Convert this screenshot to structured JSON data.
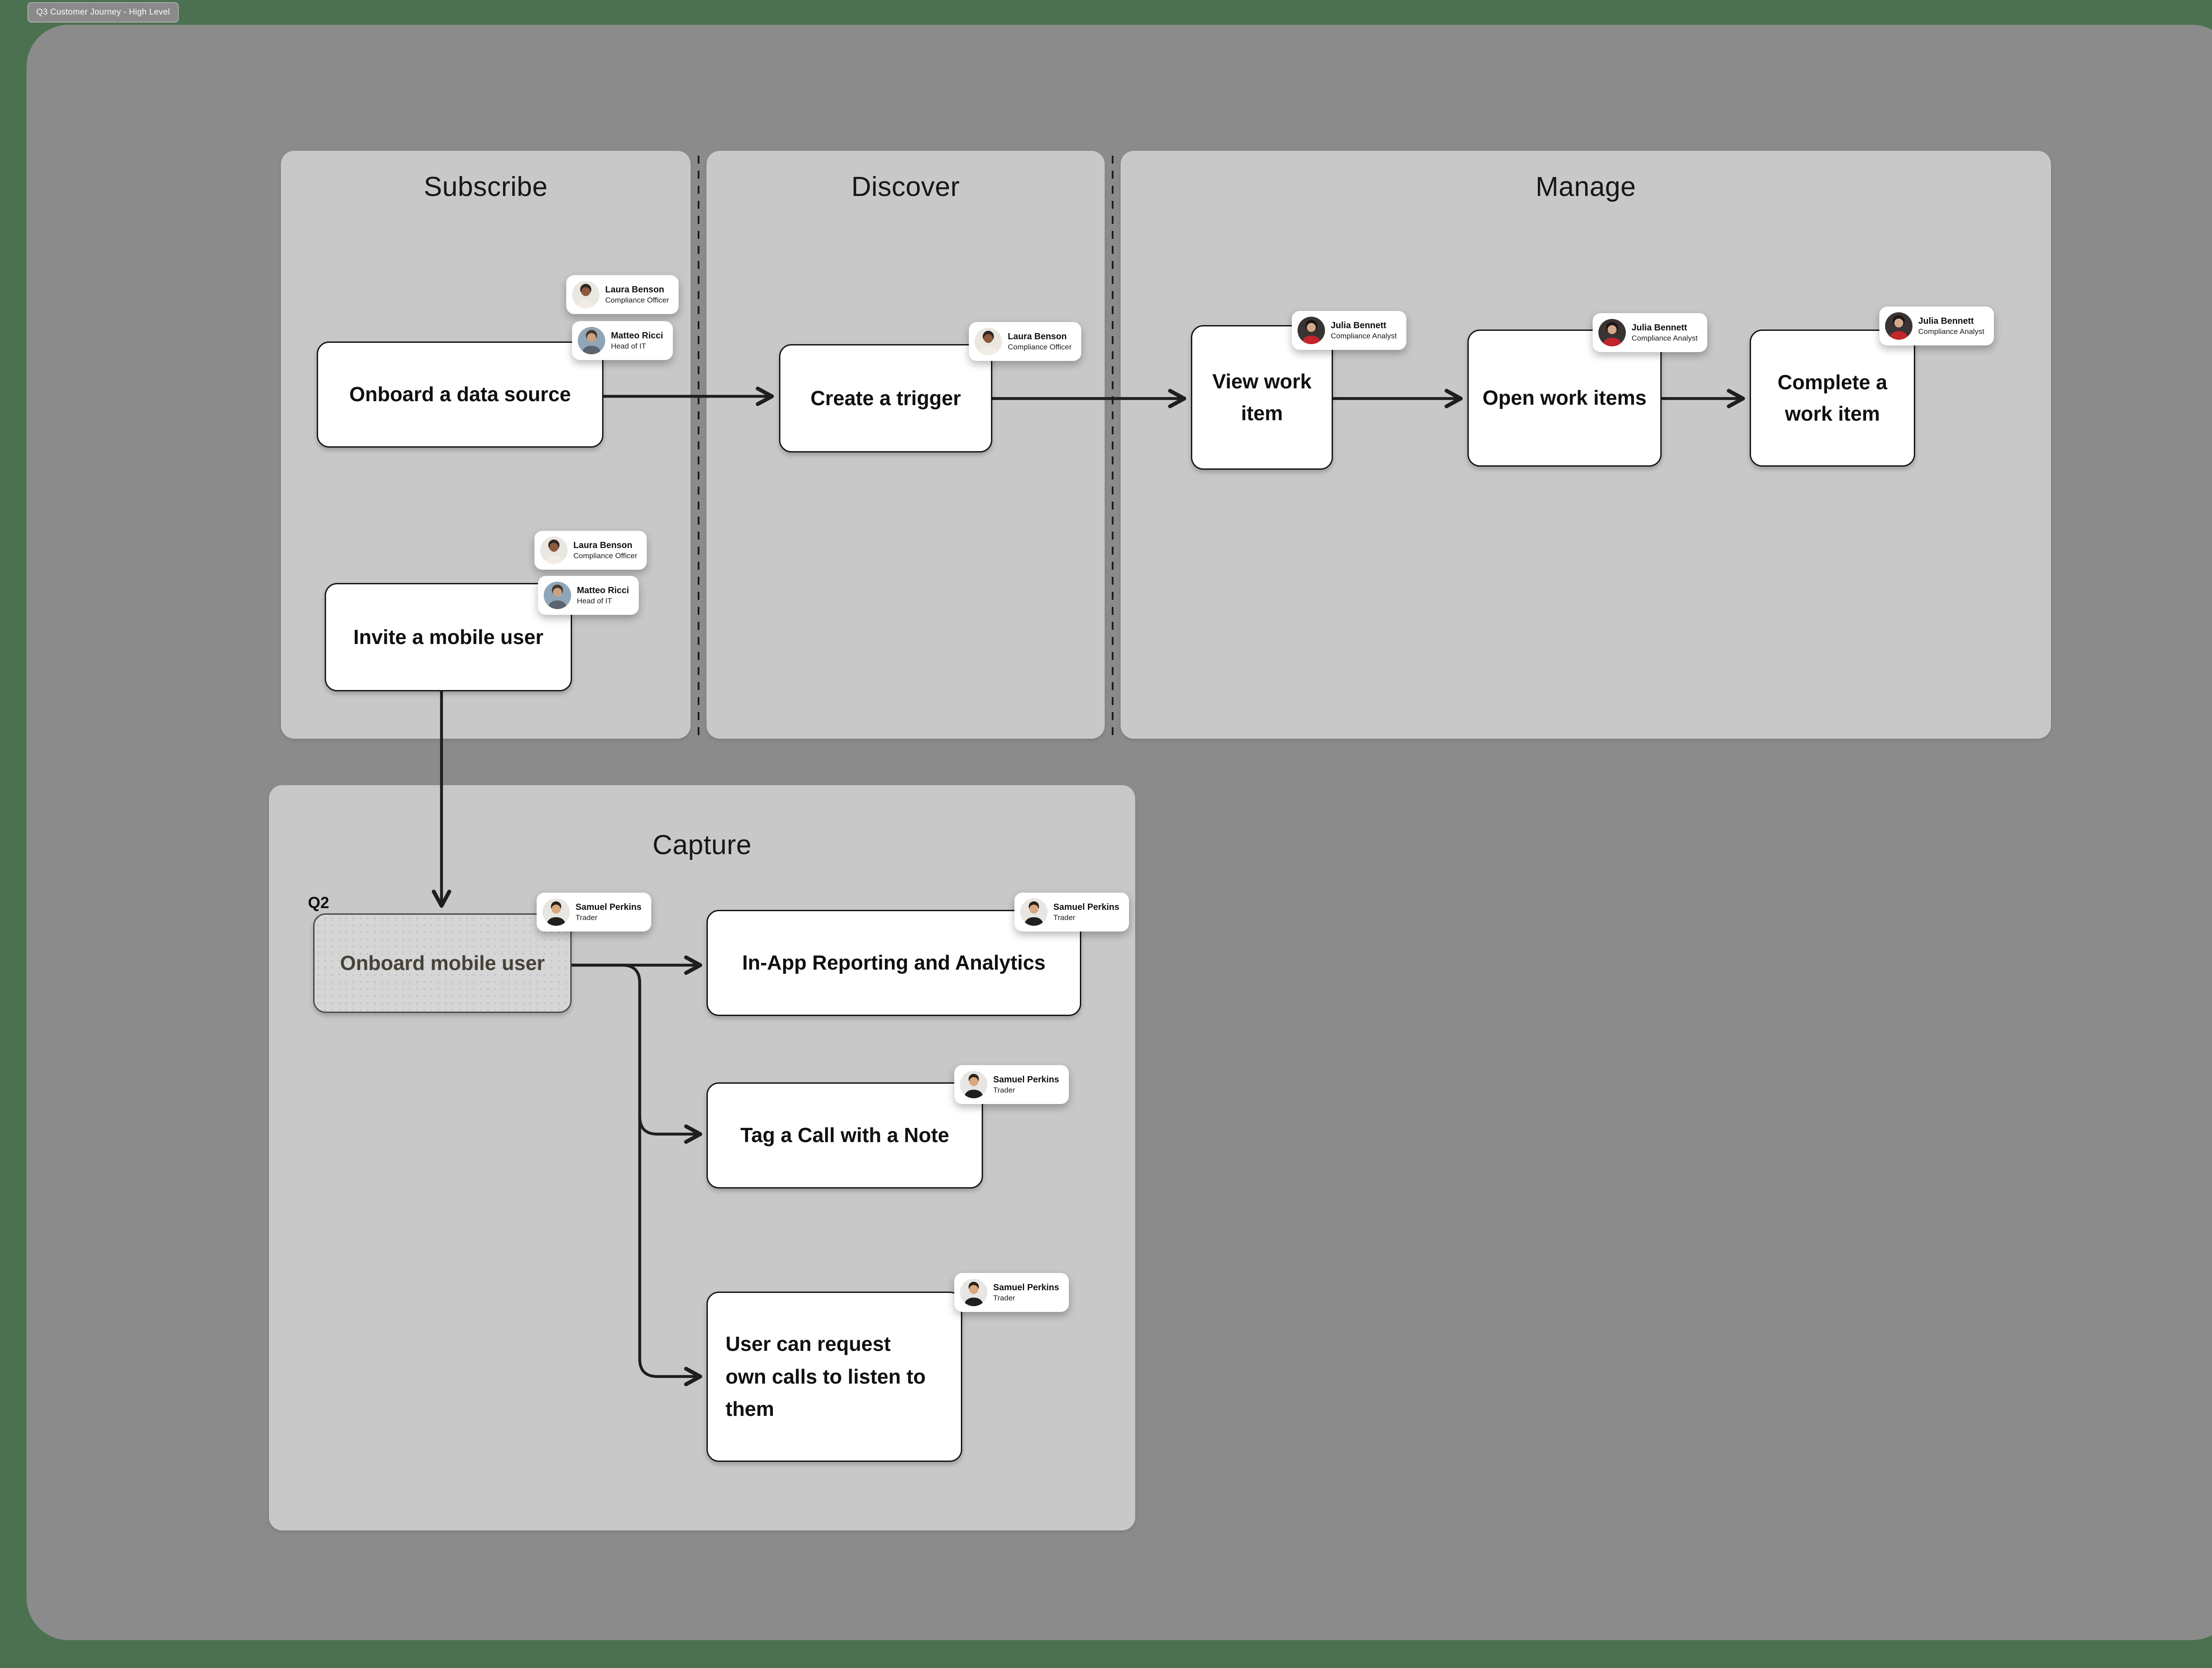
{
  "app": {
    "tab_title": "Q3 Customer Journey - High Level"
  },
  "lanes": {
    "subscribe": {
      "title": "Subscribe"
    },
    "discover": {
      "title": "Discover"
    },
    "manage": {
      "title": "Manage"
    },
    "capture": {
      "title": "Capture"
    }
  },
  "people": {
    "laura": {
      "name": "Laura Benson",
      "role": "Compliance Officer"
    },
    "matteo": {
      "name": "Matteo Ricci",
      "role": "Head of IT"
    },
    "julia": {
      "name": "Julia Bennett",
      "role": "Compliance Analyst"
    },
    "samuel": {
      "name": "Samuel Perkins",
      "role": "Trader"
    }
  },
  "cards": {
    "onboard_data_source": {
      "label": "Onboard a data source",
      "lane": "Subscribe",
      "assignees": [
        "Laura Benson",
        "Matteo Ricci"
      ]
    },
    "create_trigger": {
      "label": "Create a trigger",
      "lane": "Discover",
      "assignees": [
        "Laura Benson"
      ]
    },
    "view_work_item": {
      "label": "View work item",
      "lane": "Manage",
      "assignees": [
        "Julia Bennett"
      ]
    },
    "open_work_items": {
      "label": "Open work items",
      "lane": "Manage",
      "assignees": [
        "Julia Bennett"
      ]
    },
    "complete_work_item": {
      "label": "Complete a work item",
      "lane": "Manage",
      "assignees": [
        "Julia Bennett"
      ]
    },
    "invite_mobile_user": {
      "label": "Invite a mobile user",
      "lane": "Subscribe",
      "assignees": [
        "Laura Benson",
        "Matteo Ricci"
      ]
    },
    "onboard_mobile_user": {
      "label": "Onboard mobile user",
      "lane": "Capture",
      "quarter_label": "Q2",
      "assignees": [
        "Samuel Perkins"
      ]
    },
    "inapp_reporting": {
      "label": "In-App Reporting and Analytics",
      "lane": "Capture",
      "assignees": [
        "Samuel Perkins"
      ]
    },
    "tag_call": {
      "label": "Tag a Call with a Note",
      "lane": "Capture",
      "assignees": [
        "Samuel Perkins"
      ]
    },
    "user_request_calls": {
      "label": "User can request own calls to listen to them",
      "lane": "Capture",
      "assignees": [
        "Samuel Perkins"
      ]
    }
  },
  "connections": [
    {
      "from": "onboard_data_source",
      "to": "create_trigger"
    },
    {
      "from": "create_trigger",
      "to": "view_work_item"
    },
    {
      "from": "view_work_item",
      "to": "open_work_items"
    },
    {
      "from": "open_work_items",
      "to": "complete_work_item"
    },
    {
      "from": "invite_mobile_user",
      "to": "onboard_mobile_user"
    },
    {
      "from": "onboard_mobile_user",
      "to": "inapp_reporting"
    },
    {
      "from": "onboard_mobile_user",
      "to": "tag_call"
    },
    {
      "from": "onboard_mobile_user",
      "to": "user_request_calls"
    }
  ],
  "colors": {
    "page_background": "#4C7150",
    "canvas_background": "#8B8B8B",
    "lane_fill": "#C8C8C8",
    "card_fill": "#FFFFFF",
    "card_border": "#141414",
    "planned_card_fill": "#D6D6D6",
    "connector": "#1E1E1E",
    "julia_avatar_accent": "#C4242B"
  }
}
